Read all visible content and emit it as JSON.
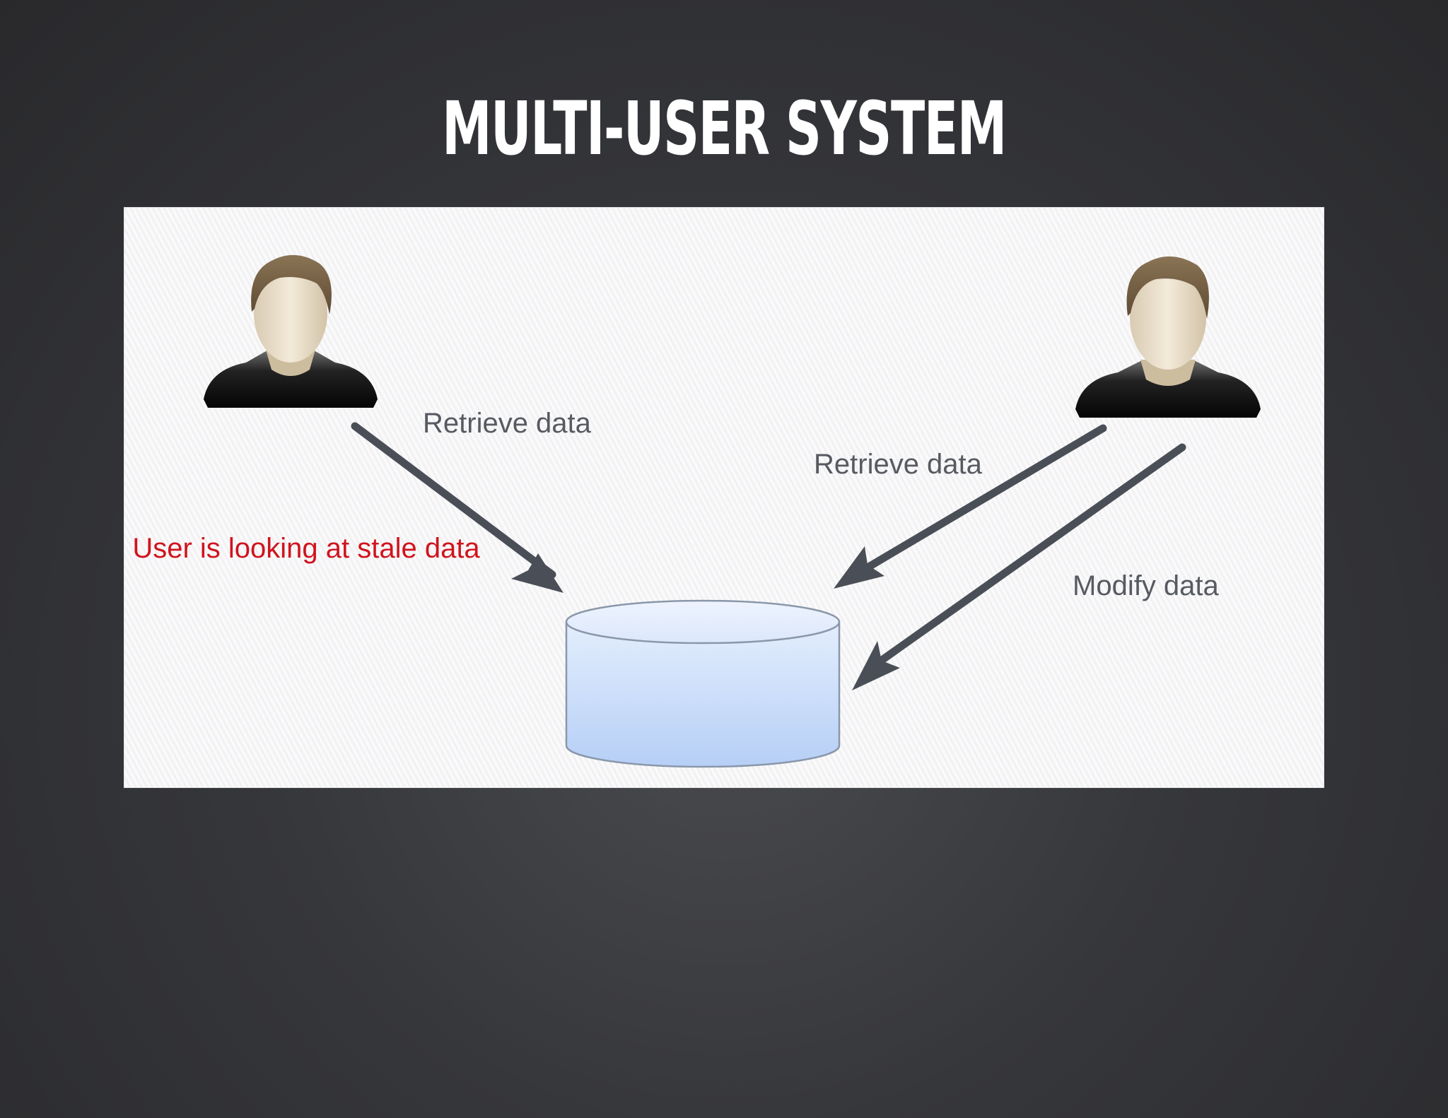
{
  "slide": {
    "title": "MULTI-USER SYSTEM"
  },
  "diagram": {
    "labels": {
      "retrieve_left": "Retrieve data",
      "retrieve_right": "Retrieve data",
      "modify": "Modify data",
      "stale_warning": "User is looking at stale data"
    },
    "icons": {
      "user_left": "user-icon",
      "user_right": "user-icon",
      "database": "database-icon"
    },
    "colors": {
      "background": "#36373b",
      "panel": "#f6f5f6",
      "title": "#ffffff",
      "label_text": "#575a61",
      "warning_text": "#d0141e",
      "arrow": "#4a4f57",
      "database_fill": "#bcd4f7"
    }
  }
}
